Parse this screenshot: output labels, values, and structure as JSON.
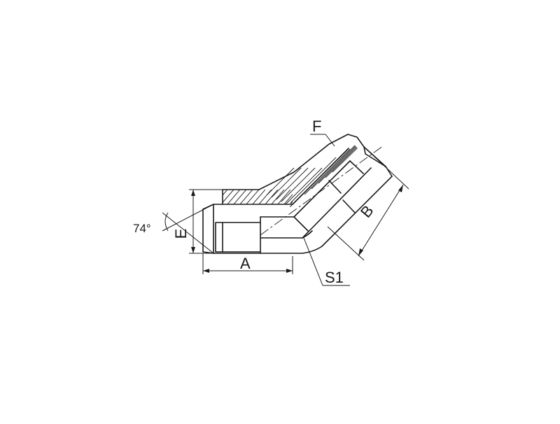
{
  "diagram": {
    "labels": {
      "angle": "74°",
      "dim_e": "E",
      "dim_a": "A",
      "dim_b": "B",
      "dim_f": "F",
      "dim_s1": "S1"
    }
  }
}
